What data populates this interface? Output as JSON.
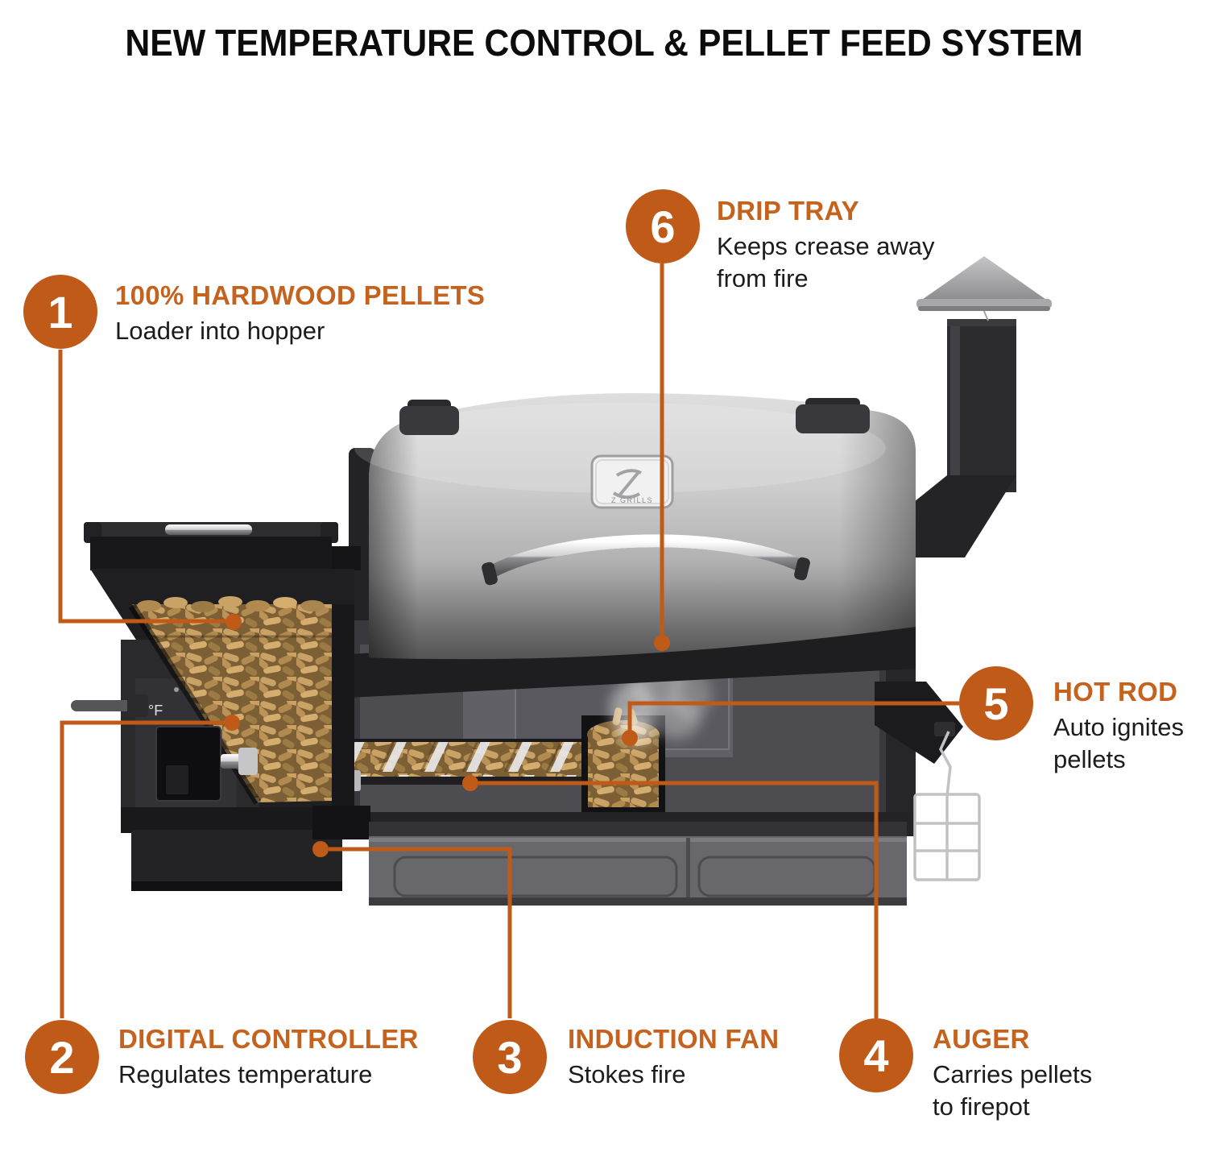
{
  "title": "NEW TEMPERATURE CONTROL & PELLET FEED SYSTEM",
  "colors": {
    "accent": "#C05A18",
    "heading": "#C4621E",
    "body_text": "#1C1C1C"
  },
  "callouts": [
    {
      "number": "1",
      "heading": "100% HARDWOOD PELLETS",
      "body": "Loader into hopper"
    },
    {
      "number": "2",
      "heading": "DIGITAL CONTROLLER",
      "body": "Regulates temperature"
    },
    {
      "number": "3",
      "heading": "INDUCTION FAN",
      "body": "Stokes fire"
    },
    {
      "number": "4",
      "heading": "AUGER",
      "body": "Carries pellets to firepot"
    },
    {
      "number": "5",
      "heading": "HOT ROD",
      "body": "Auto ignites pellets"
    },
    {
      "number": "6",
      "heading": "DRIP TRAY",
      "body": "Keeps crease away from fire"
    }
  ],
  "grill": {
    "badge_text": "Z GRILLS",
    "controller_unit": "°F"
  }
}
